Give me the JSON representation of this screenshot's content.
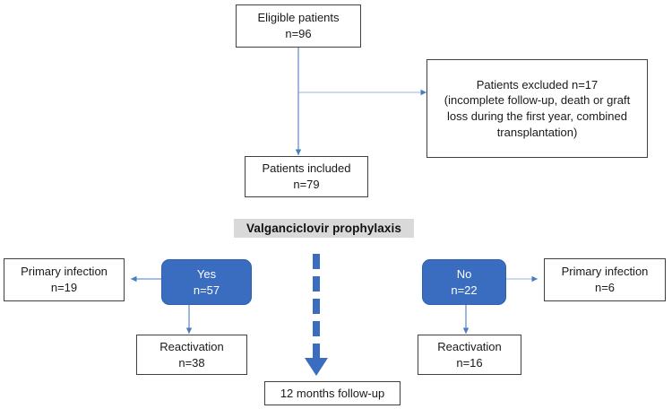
{
  "figure": {
    "type": "flowchart",
    "title_label": "Valganciclovir prophylaxis",
    "colors": {
      "accent_blue": "#3a6cc0",
      "edge_blue": "#4a7ebb",
      "highlight_gray": "#d9d9d9",
      "box_border": "#404040",
      "text": "#1a1a1a"
    }
  },
  "nodes": {
    "eligible": {
      "line1": "Eligible patients",
      "line2": "n=96"
    },
    "excluded": {
      "line1": "Patients excluded n=17",
      "line2": "(incomplete follow-up, death or graft loss during the first year, combined transplantation)"
    },
    "included": {
      "line1": "Patients included",
      "line2": "n=79"
    },
    "yes": {
      "line1": "Yes",
      "line2": "n=57"
    },
    "no": {
      "line1": "No",
      "line2": "n=22"
    },
    "primary_left": {
      "line1": "Primary infection",
      "line2": "n=19"
    },
    "primary_right": {
      "line1": "Primary infection",
      "line2": "n=6"
    },
    "reactivation_left": {
      "line1": "Reactivation",
      "line2": "n=38"
    },
    "reactivation_right": {
      "line1": "Reactivation",
      "line2": "n=16"
    },
    "followup": {
      "line1": "12 months follow-up"
    }
  },
  "chart_data": {
    "type": "flow-diagram",
    "title": "Valganciclovir prophylaxis",
    "nodes": [
      {
        "id": "eligible",
        "label": "Eligible patients",
        "n": 96
      },
      {
        "id": "excluded",
        "label": "Patients excluded (incomplete follow-up, death or graft loss during the first year, combined transplantation)",
        "n": 17
      },
      {
        "id": "included",
        "label": "Patients included",
        "n": 79
      },
      {
        "id": "yes",
        "label": "Yes",
        "n": 57
      },
      {
        "id": "no",
        "label": "No",
        "n": 22
      },
      {
        "id": "primary_left",
        "label": "Primary infection",
        "n": 19
      },
      {
        "id": "reactivation_left",
        "label": "Reactivation",
        "n": 38
      },
      {
        "id": "primary_right",
        "label": "Primary infection",
        "n": 6
      },
      {
        "id": "reactivation_right",
        "label": "Reactivation",
        "n": 16
      },
      {
        "id": "followup",
        "label": "12 months follow-up",
        "n": null
      }
    ],
    "edges": [
      {
        "from": "eligible",
        "to": "excluded"
      },
      {
        "from": "eligible",
        "to": "included"
      },
      {
        "from": "yes",
        "to": "primary_left"
      },
      {
        "from": "yes",
        "to": "reactivation_left"
      },
      {
        "from": "no",
        "to": "primary_right"
      },
      {
        "from": "no",
        "to": "reactivation_right"
      },
      {
        "from": "prophylaxis",
        "to": "followup",
        "style": "dashed"
      }
    ]
  }
}
